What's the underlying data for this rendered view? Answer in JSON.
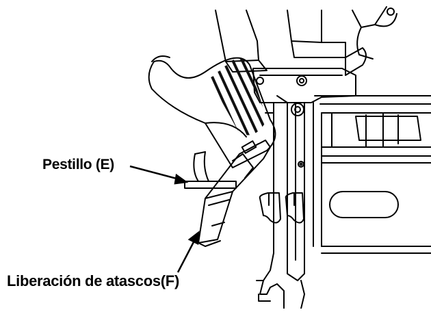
{
  "labels": {
    "latch": "Pestillo (E)",
    "jam_release": "Liberación de atascos(F)"
  },
  "colors": {
    "line": "#000000",
    "background": "#ffffff",
    "hatch": "#111111"
  },
  "icons": {
    "arrow": "arrow-head"
  }
}
